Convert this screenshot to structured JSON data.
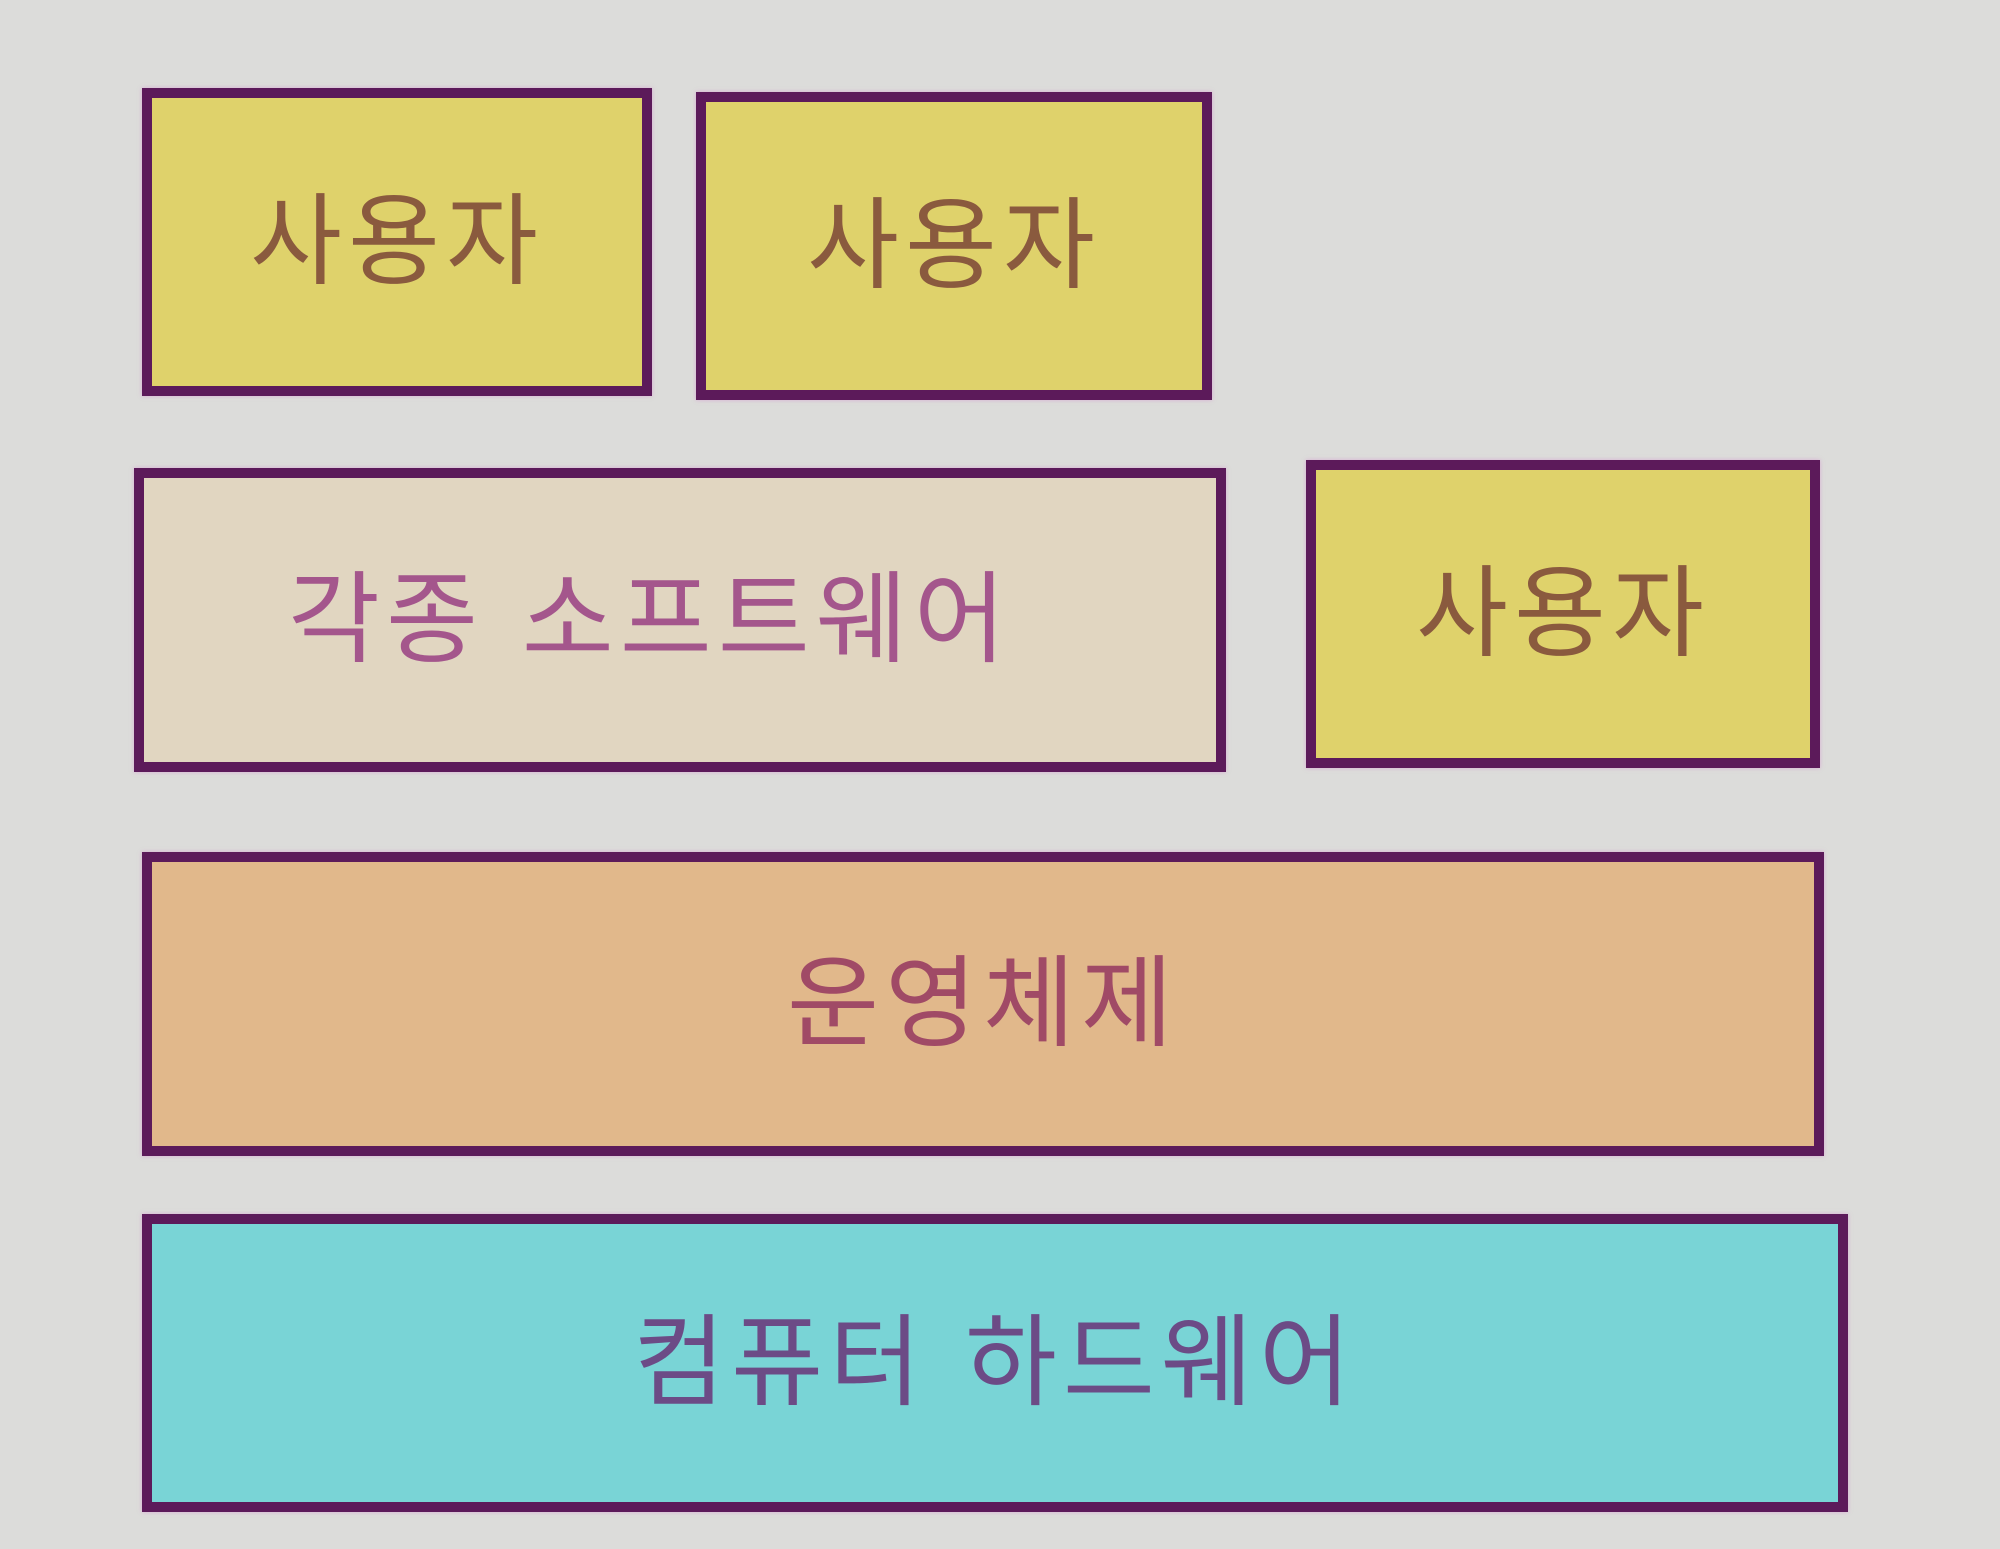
{
  "diagram": {
    "users": [
      {
        "label": "사용자"
      },
      {
        "label": "사용자"
      },
      {
        "label": "사용자"
      }
    ],
    "software": {
      "label": "각종 소프트웨어"
    },
    "os": {
      "label": "운영체제"
    },
    "hardware": {
      "label": "컴퓨터 하드웨어"
    }
  },
  "colors": {
    "border": "#5c1a5a",
    "user_fill": "#dfd26b",
    "software_fill": "#e1d6c1",
    "os_fill": "#e1b88b",
    "hardware_fill": "#79d4d6",
    "background": "#dcdcda"
  }
}
